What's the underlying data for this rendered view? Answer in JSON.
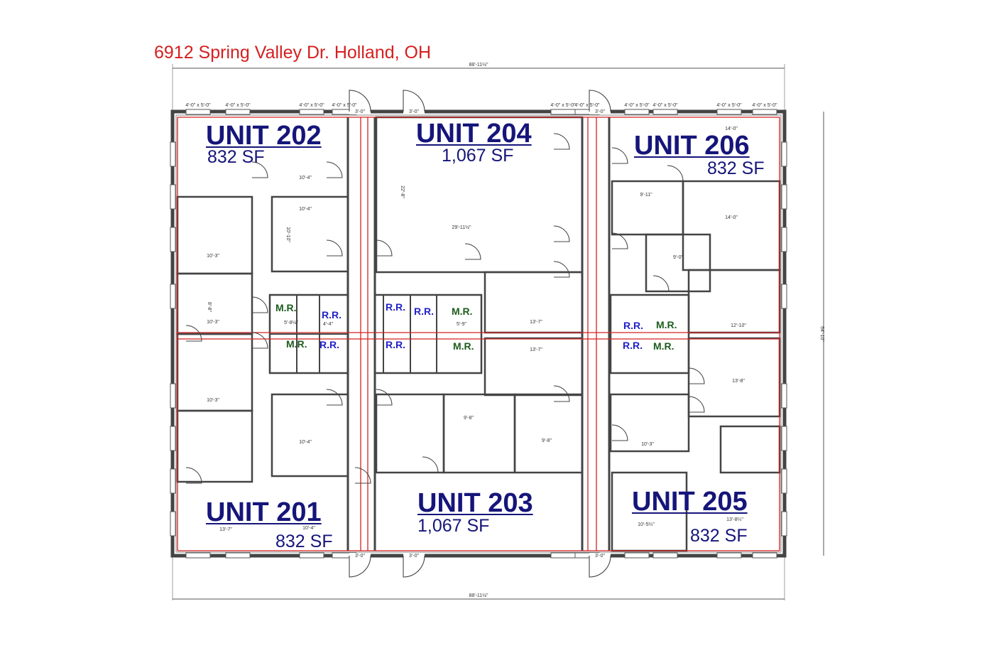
{
  "title": "6912 Spring Valley Dr. Holland, OH",
  "dimensions": {
    "overall_width": "88'-11½\"",
    "overall_depth": "64'-10\"",
    "window": "4'-0\" x 5'-0\"",
    "door": "3'-0\""
  },
  "units": [
    {
      "name": "UNIT 202",
      "area": "832 SF"
    },
    {
      "name": "UNIT 204",
      "area": "1,067 SF"
    },
    {
      "name": "UNIT 206",
      "area": "832 SF"
    },
    {
      "name": "UNIT 201",
      "area": "832 SF"
    },
    {
      "name": "UNIT 203",
      "area": "1,067 SF"
    },
    {
      "name": "UNIT 205",
      "area": "832 SF"
    }
  ],
  "rooms": {
    "mechanical": "M.R.",
    "restroom": "R.R."
  },
  "room_dims": [
    "10'-4\"",
    "10'-4\"",
    "10'-10\"",
    "10'-3\"",
    "8'-8\"",
    "10'-3\"",
    "10'-3\"",
    "10'-4\"",
    "22'-8\"",
    "29'-11½\"",
    "13'-7\"",
    "13'-7\"",
    "9'-8\"",
    "9'-8\"",
    "9'-11\"",
    "14'-0\"",
    "14'-0\"",
    "9'-0\"",
    "12'-10\"",
    "13'-8\"",
    "10'-3\"",
    "10'-5¼\"",
    "13'-8¼\"",
    "10'-4\"",
    "13'-7\"",
    "5'-8½\"",
    "4'-4\"",
    "5'-9\""
  ],
  "colors": {
    "title": "#d42020",
    "unit_label": "#15157a",
    "mech_room": "#1d5c1d",
    "restroom": "#2222c8",
    "red_line": "#d42020",
    "wall": "#444444"
  }
}
